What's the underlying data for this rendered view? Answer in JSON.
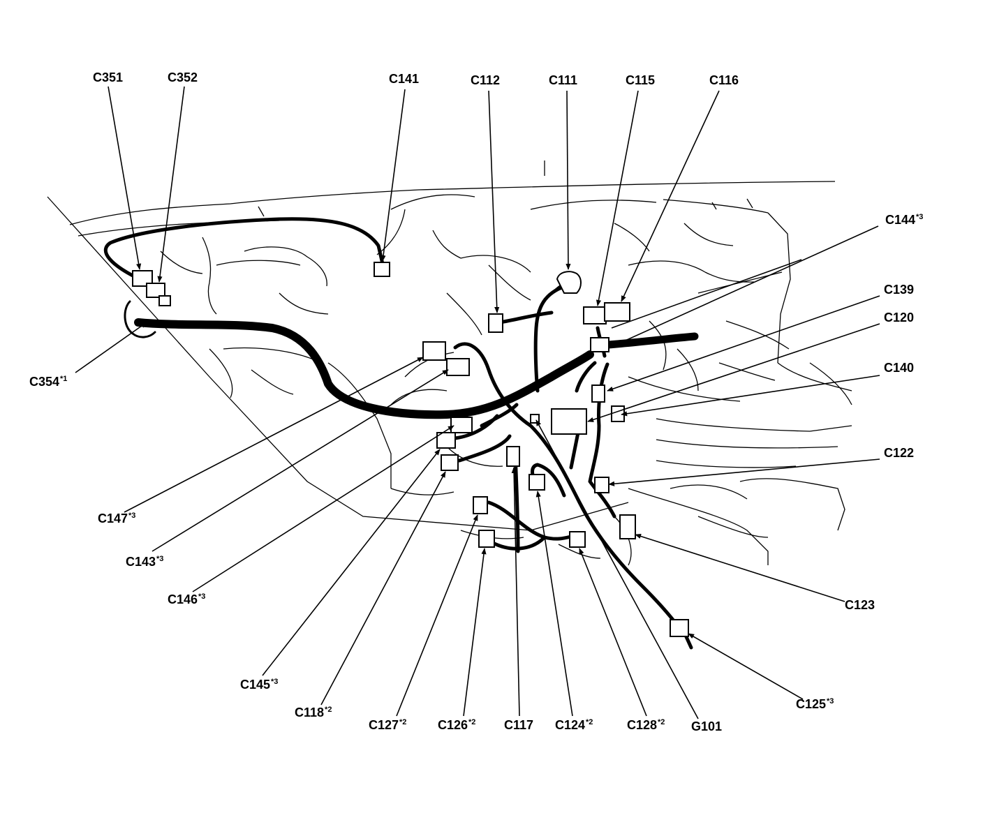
{
  "diagram": {
    "labels": [
      {
        "id": "c351",
        "text": "C351",
        "sup": ""
      },
      {
        "id": "c352",
        "text": "C352",
        "sup": ""
      },
      {
        "id": "c141",
        "text": "C141",
        "sup": ""
      },
      {
        "id": "c112",
        "text": "C112",
        "sup": ""
      },
      {
        "id": "c111",
        "text": "C111",
        "sup": ""
      },
      {
        "id": "c115",
        "text": "C115",
        "sup": ""
      },
      {
        "id": "c116",
        "text": "C116",
        "sup": ""
      },
      {
        "id": "c144",
        "text": "C144",
        "sup": "*3"
      },
      {
        "id": "c139",
        "text": "C139",
        "sup": ""
      },
      {
        "id": "c120",
        "text": "C120",
        "sup": ""
      },
      {
        "id": "c140",
        "text": "C140",
        "sup": ""
      },
      {
        "id": "c122",
        "text": "C122",
        "sup": ""
      },
      {
        "id": "c123",
        "text": "C123",
        "sup": ""
      },
      {
        "id": "c125",
        "text": "C125",
        "sup": "*3"
      },
      {
        "id": "g101",
        "text": "G101",
        "sup": ""
      },
      {
        "id": "c128",
        "text": "C128",
        "sup": "*2"
      },
      {
        "id": "c124",
        "text": "C124",
        "sup": "*2"
      },
      {
        "id": "c117",
        "text": "C117",
        "sup": ""
      },
      {
        "id": "c126",
        "text": "C126",
        "sup": "*2"
      },
      {
        "id": "c127",
        "text": "C127",
        "sup": "*2"
      },
      {
        "id": "c118",
        "text": "C118",
        "sup": "*2"
      },
      {
        "id": "c145",
        "text": "C145",
        "sup": "*3"
      },
      {
        "id": "c146",
        "text": "C146",
        "sup": "*3"
      },
      {
        "id": "c143",
        "text": "C143",
        "sup": "*3"
      },
      {
        "id": "c147",
        "text": "C147",
        "sup": "*3"
      },
      {
        "id": "c354",
        "text": "C354",
        "sup": "*1"
      }
    ]
  }
}
